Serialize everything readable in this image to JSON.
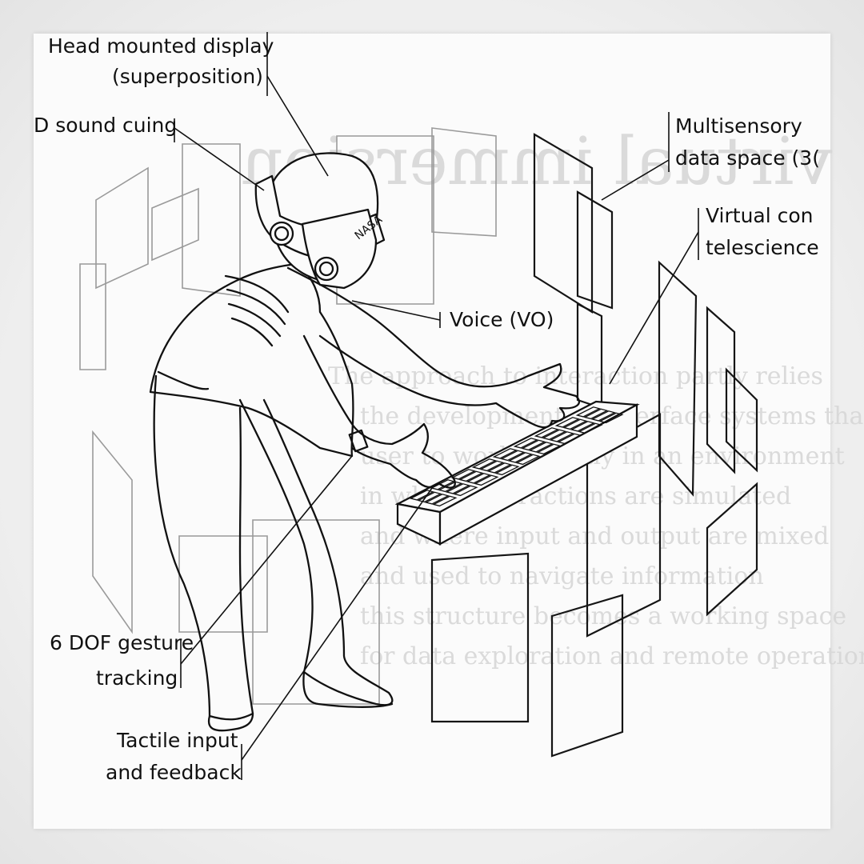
{
  "diagram": {
    "labels": {
      "head_mounted_display": [
        "Head mounted display",
        "(superposition)"
      ],
      "sound_cuing": "D sound cuing",
      "multisensory": [
        "Multisensory",
        "data space (3("
      ],
      "virtual_con": [
        "Virtual con",
        "telescience"
      ],
      "voice": "Voice (VO)",
      "gesture": [
        "6 DOF gesture",
        "tracking"
      ],
      "tactile": [
        "Tactile input",
        "and feedback"
      ],
      "helmet_text": "NASA"
    },
    "colors": {
      "ink": "#111111",
      "panel_outline": "#9a9a9a",
      "ghost_text": "#d6d6d6"
    }
  }
}
